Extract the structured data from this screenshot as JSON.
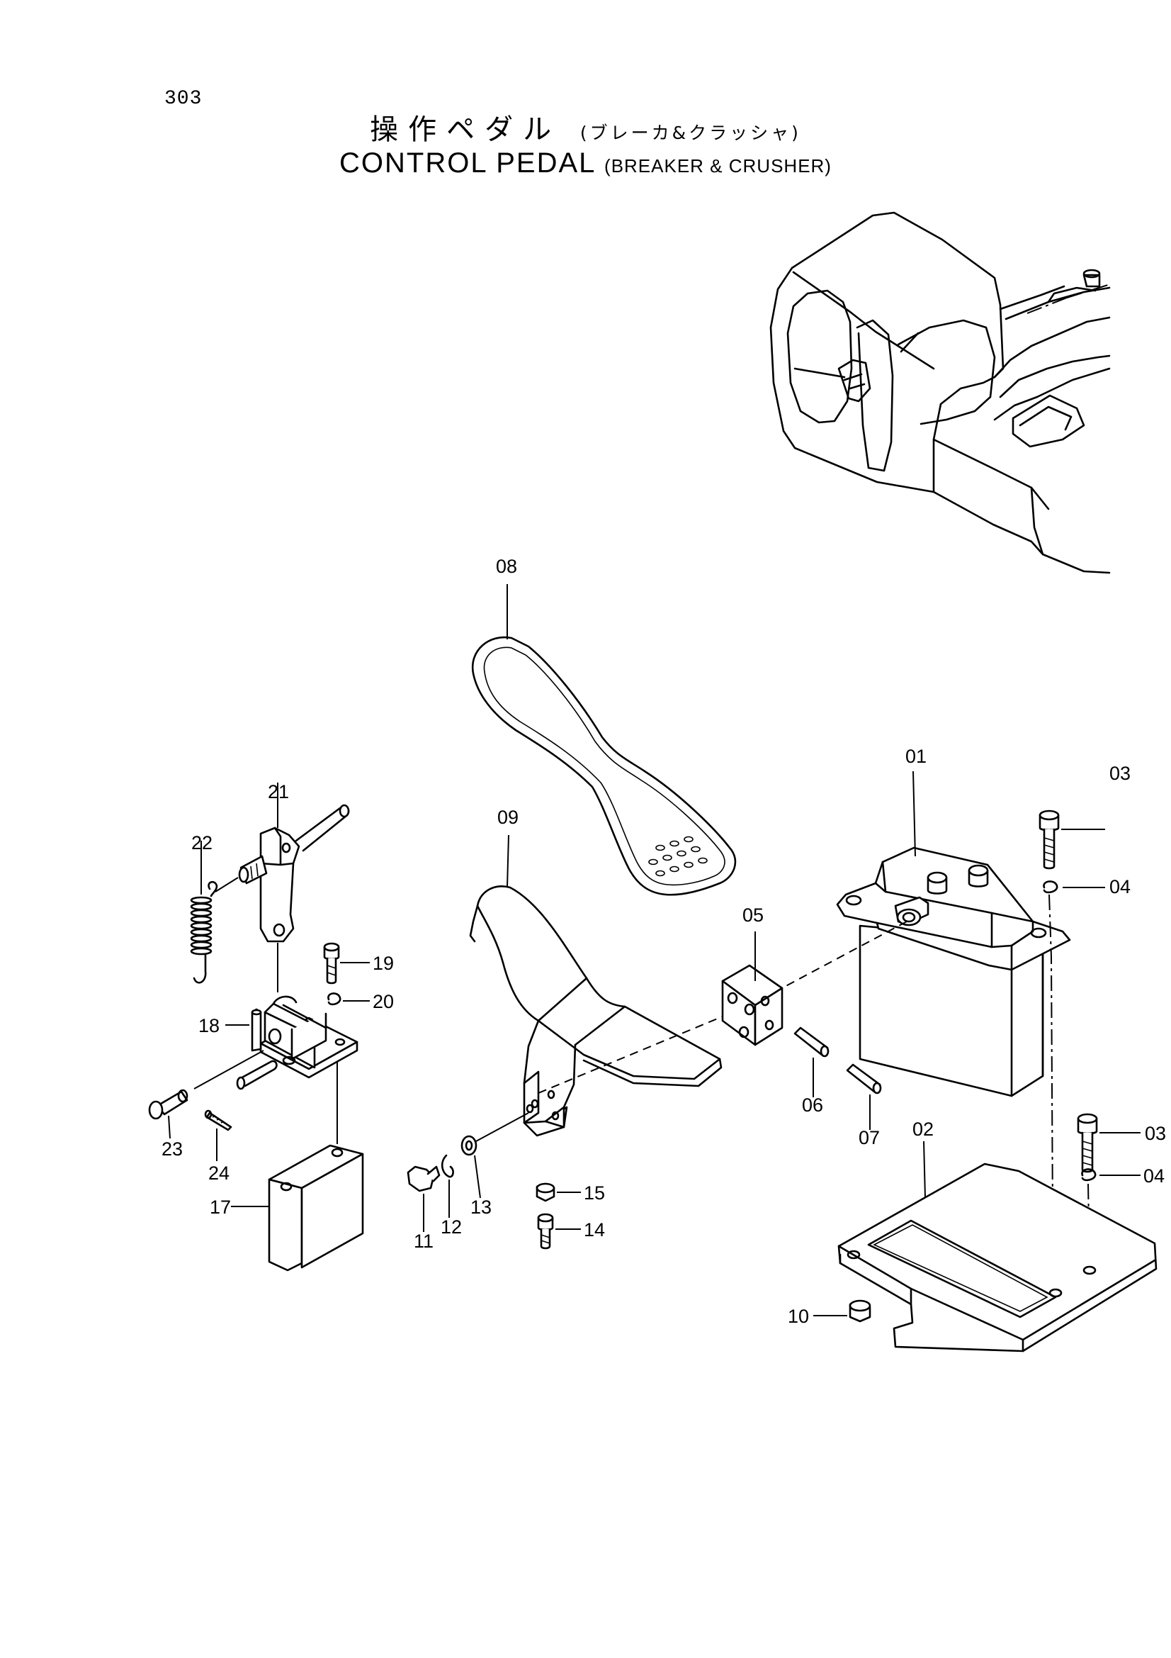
{
  "page_number": "303",
  "title": {
    "japanese": "操作ペダル",
    "japanese_sub": "(ブレーカ&クラッシャ)",
    "english": "CONTROL PEDAL",
    "english_sub": "(BREAKER & CRUSHER)"
  },
  "parts": {
    "p01": "01",
    "p02": "02",
    "p03a": "03",
    "p03b": "03",
    "p04a": "04",
    "p04b": "04",
    "p05": "05",
    "p06": "06",
    "p07": "07",
    "p08": "08",
    "p09": "09",
    "p10": "10",
    "p11": "11",
    "p12": "12",
    "p13": "13",
    "p14": "14",
    "p15": "15",
    "p17": "17",
    "p18": "18",
    "p19": "19",
    "p20": "20",
    "p21": "21",
    "p22": "22",
    "p23": "23",
    "p24": "24"
  }
}
